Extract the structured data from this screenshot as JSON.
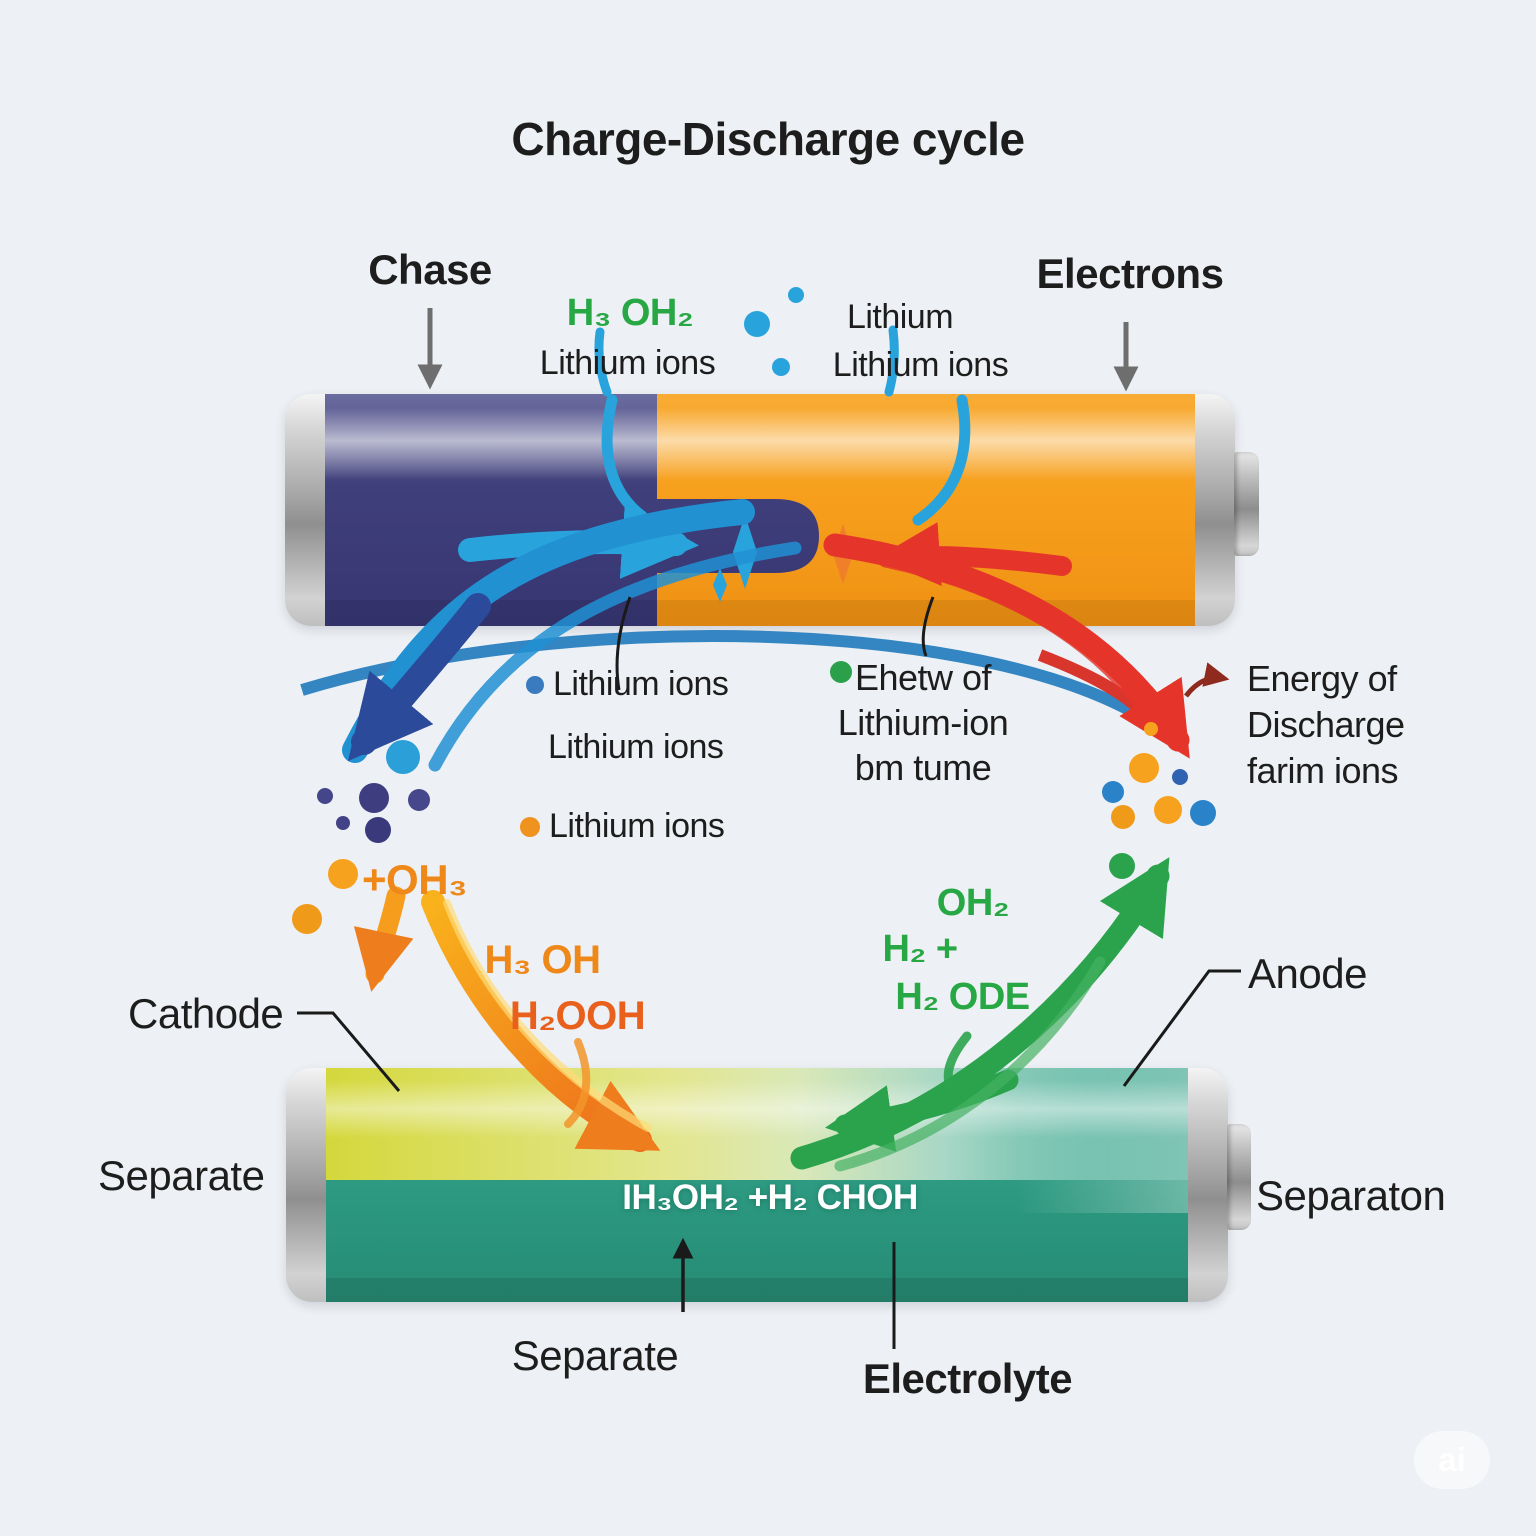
{
  "title": "Charge-Discharge cycle",
  "top": {
    "charge_label": "Chase",
    "electrons_label": "Electrons",
    "green_formula": "H₃ OH₂",
    "lithium_ions_left": "Lithium ions",
    "lithium_right": "Lithium",
    "lithium_ions_right": "Lithium ions"
  },
  "middle": {
    "legend_blue": "Lithium ions",
    "legend_plain": "Lithium ions",
    "legend_orange": "Lithium ions",
    "green_note_line1": "Ehetw of",
    "green_note_line2": "Lithium-ion",
    "green_note_line3": "bm tume",
    "energy_line1": "Energy of",
    "energy_line2": "Discharge",
    "energy_line3": "farim ions",
    "plus_oh3": "+OH₃",
    "h3oh": "H₃ OH",
    "h2ooh": "H₂OOH",
    "oh2": "OH₂",
    "h2plus": "H₂ +",
    "h2ode": "H₂ ODE"
  },
  "bottom": {
    "cathode_label": "Cathode",
    "anode_label": "Anode",
    "separate_left_label": "Separate",
    "separaton_right_label": "Separaton",
    "electrolyte_formula": "IH₃OH₂ +H₂ CHOH",
    "separate_bottom_label": "Separate",
    "electrolyte_label": "Electrolyte"
  },
  "watermark": "ai",
  "colors": {
    "background": "#edf0f4",
    "battery_purple": "#3f3f7b",
    "battery_orange": "#f7a01f",
    "battery_teal": "#2f9c83",
    "battery_yellow": "#d4d83c",
    "blue_arrow": "#2191d2",
    "navy_arrow": "#2b4a9a",
    "red_arrow": "#e5352b",
    "green_arrow": "#2ba34c",
    "orange_arrow": "#f0881e",
    "green_text": "#27a844",
    "orange_text": "#ee8819",
    "deep_orange_text": "#e8601c"
  }
}
